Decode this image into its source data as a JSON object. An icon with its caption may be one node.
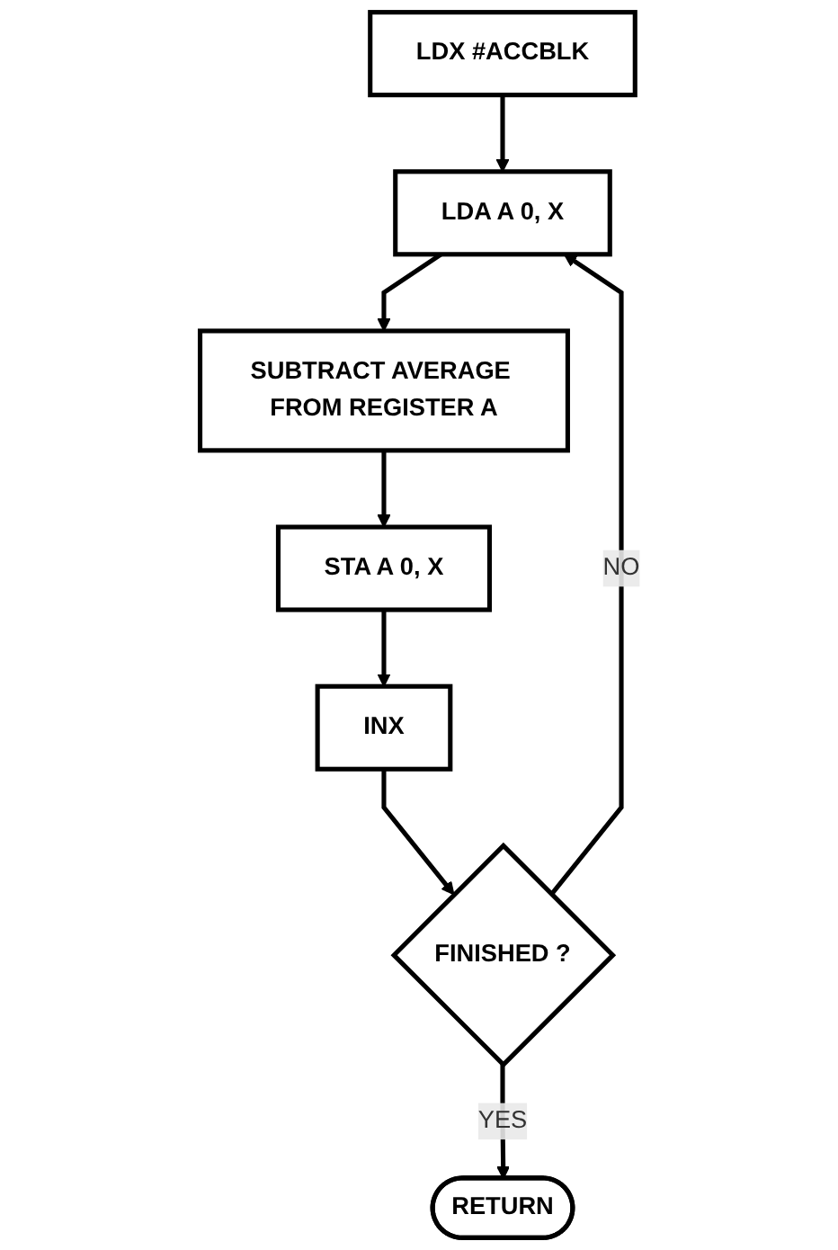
{
  "diagram": {
    "nodes": [
      {
        "text": [
          "LDX #ACCBLK"
        ]
      },
      {
        "text": [
          "LDA A 0, X"
        ]
      },
      {
        "text": [
          "SUBTRACT AVERAGE FROM REGISTER A"
        ]
      },
      {
        "text": [
          "STA A 0, X"
        ]
      },
      {
        "text": [
          "INX"
        ]
      },
      {
        "text": [
          "FINISHED ?"
        ]
      },
      {
        "text": [
          "RETURN"
        ]
      }
    ],
    "edges": [
      {
        "from": 0,
        "to": 1,
        "arrow": "to"
      },
      {
        "from": 1,
        "to": 2,
        "arrow": "to"
      },
      {
        "from": 2,
        "to": 3,
        "arrow": "to"
      },
      {
        "from": 3,
        "to": 4,
        "arrow": "to"
      },
      {
        "from": 4,
        "to": 5,
        "arrow": "to"
      },
      {
        "from": 5,
        "to": 6,
        "label": "YES",
        "arrow": "to"
      },
      {
        "from": 5,
        "to": 1,
        "label": "NO",
        "arrow": "to"
      }
    ]
  }
}
